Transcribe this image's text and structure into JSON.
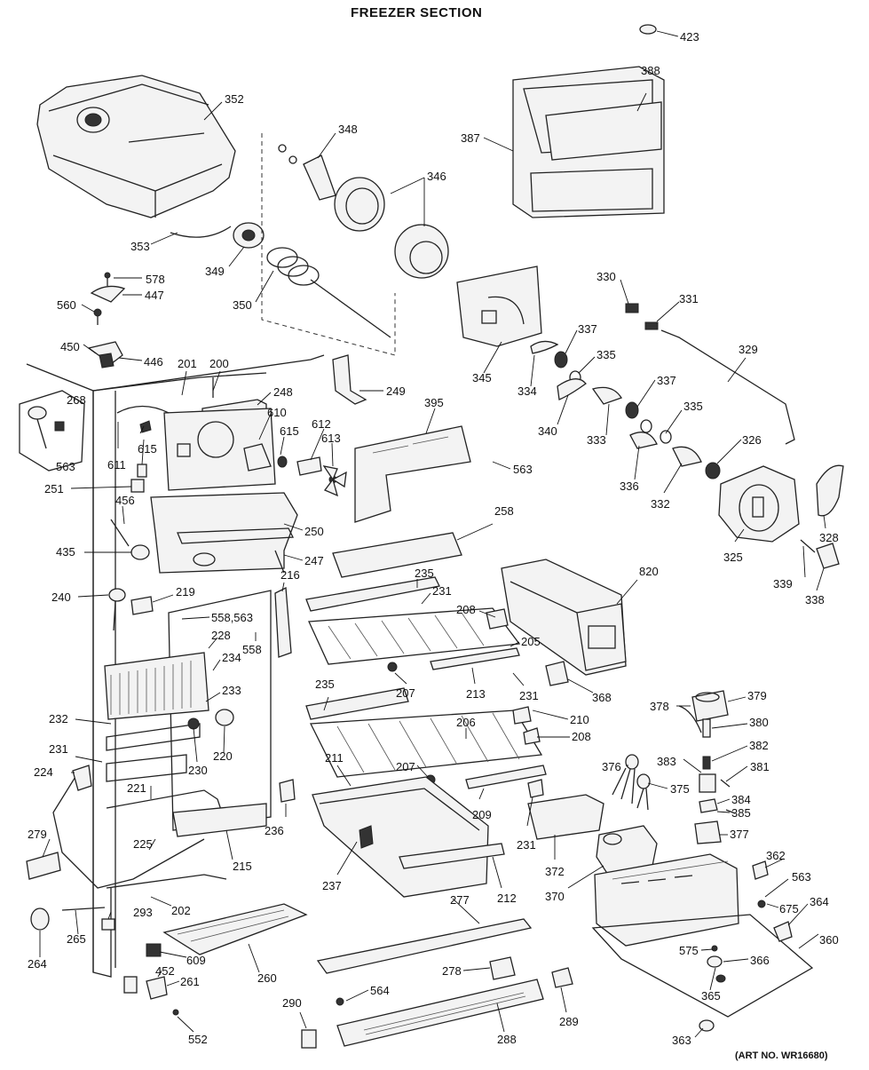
{
  "diagram": {
    "title": "FREEZER SECTION",
    "art_number": "(ART NO. WR16680)",
    "part_labels": [
      {
        "id": "p423",
        "text": "423"
      },
      {
        "id": "p352",
        "text": "352"
      },
      {
        "id": "p388",
        "text": "388"
      },
      {
        "id": "p387",
        "text": "387"
      },
      {
        "id": "p348",
        "text": "348"
      },
      {
        "id": "p346",
        "text": "346"
      },
      {
        "id": "p353",
        "text": "353"
      },
      {
        "id": "p349",
        "text": "349"
      },
      {
        "id": "p350",
        "text": "350"
      },
      {
        "id": "p578",
        "text": "578"
      },
      {
        "id": "p447",
        "text": "447"
      },
      {
        "id": "p560",
        "text": "560"
      },
      {
        "id": "p450",
        "text": "450"
      },
      {
        "id": "p446",
        "text": "446"
      },
      {
        "id": "p330",
        "text": "330"
      },
      {
        "id": "p331",
        "text": "331"
      },
      {
        "id": "p329",
        "text": "329"
      },
      {
        "id": "p337a",
        "text": "337"
      },
      {
        "id": "p335a",
        "text": "335"
      },
      {
        "id": "p345",
        "text": "345"
      },
      {
        "id": "p334",
        "text": "334"
      },
      {
        "id": "p337b",
        "text": "337"
      },
      {
        "id": "p340",
        "text": "340"
      },
      {
        "id": "p333",
        "text": "333"
      },
      {
        "id": "p335b",
        "text": "335"
      },
      {
        "id": "p326",
        "text": "326"
      },
      {
        "id": "p336",
        "text": "336"
      },
      {
        "id": "p332",
        "text": "332"
      },
      {
        "id": "p328",
        "text": "328"
      },
      {
        "id": "p325",
        "text": "325"
      },
      {
        "id": "p339",
        "text": "339"
      },
      {
        "id": "p338",
        "text": "338"
      },
      {
        "id": "p201",
        "text": "201"
      },
      {
        "id": "p200",
        "text": "200"
      },
      {
        "id": "p249",
        "text": "249"
      },
      {
        "id": "p268",
        "text": "268"
      },
      {
        "id": "p248",
        "text": "248"
      },
      {
        "id": "p610",
        "text": "610"
      },
      {
        "id": "p395",
        "text": "395"
      },
      {
        "id": "p612",
        "text": "612"
      },
      {
        "id": "p613",
        "text": "613"
      },
      {
        "id": "p615a",
        "text": "615"
      },
      {
        "id": "p615b",
        "text": "615"
      },
      {
        "id": "p611",
        "text": "611"
      },
      {
        "id": "p563a",
        "text": "563"
      },
      {
        "id": "p563b",
        "text": "563"
      },
      {
        "id": "p251",
        "text": "251"
      },
      {
        "id": "p456",
        "text": "456"
      },
      {
        "id": "p258",
        "text": "258"
      },
      {
        "id": "p250",
        "text": "250"
      },
      {
        "id": "p435",
        "text": "435"
      },
      {
        "id": "p247",
        "text": "247"
      },
      {
        "id": "p820",
        "text": "820"
      },
      {
        "id": "p216",
        "text": "216"
      },
      {
        "id": "p235a",
        "text": "235"
      },
      {
        "id": "p240",
        "text": "240"
      },
      {
        "id": "p219",
        "text": "219"
      },
      {
        "id": "p231a",
        "text": "231"
      },
      {
        "id": "p208a",
        "text": "208"
      },
      {
        "id": "p558563",
        "text": "558,563"
      },
      {
        "id": "p228",
        "text": "228"
      },
      {
        "id": "p558",
        "text": "558"
      },
      {
        "id": "p205",
        "text": "205"
      },
      {
        "id": "p234",
        "text": "234"
      },
      {
        "id": "p207a",
        "text": "207"
      },
      {
        "id": "p213",
        "text": "213"
      },
      {
        "id": "p231b",
        "text": "231"
      },
      {
        "id": "p368",
        "text": "368"
      },
      {
        "id": "p233",
        "text": "233"
      },
      {
        "id": "p235b",
        "text": "235"
      },
      {
        "id": "p378",
        "text": "378"
      },
      {
        "id": "p379",
        "text": "379"
      },
      {
        "id": "p232",
        "text": "232"
      },
      {
        "id": "p210",
        "text": "210"
      },
      {
        "id": "p380",
        "text": "380"
      },
      {
        "id": "p206",
        "text": "206"
      },
      {
        "id": "p208b",
        "text": "208"
      },
      {
        "id": "p382",
        "text": "382"
      },
      {
        "id": "p231c",
        "text": "231"
      },
      {
        "id": "p220",
        "text": "220"
      },
      {
        "id": "p224",
        "text": "224"
      },
      {
        "id": "p230",
        "text": "230"
      },
      {
        "id": "p211",
        "text": "211"
      },
      {
        "id": "p207b",
        "text": "207"
      },
      {
        "id": "p376",
        "text": "376"
      },
      {
        "id": "p383",
        "text": "383"
      },
      {
        "id": "p381",
        "text": "381"
      },
      {
        "id": "p221",
        "text": "221"
      },
      {
        "id": "p375",
        "text": "375"
      },
      {
        "id": "p384",
        "text": "384"
      },
      {
        "id": "p209",
        "text": "209"
      },
      {
        "id": "p385",
        "text": "385"
      },
      {
        "id": "p236",
        "text": "236"
      },
      {
        "id": "p231d",
        "text": "231"
      },
      {
        "id": "p377",
        "text": "377"
      },
      {
        "id": "p279",
        "text": "279"
      },
      {
        "id": "p225",
        "text": "225"
      },
      {
        "id": "p237",
        "text": "237"
      },
      {
        "id": "p372",
        "text": "372"
      },
      {
        "id": "p215",
        "text": "215"
      },
      {
        "id": "p362",
        "text": "362"
      },
      {
        "id": "p212",
        "text": "212"
      },
      {
        "id": "p370",
        "text": "370"
      },
      {
        "id": "p563c",
        "text": "563"
      },
      {
        "id": "p277",
        "text": "277"
      },
      {
        "id": "p202",
        "text": "202"
      },
      {
        "id": "p675",
        "text": "675"
      },
      {
        "id": "p364",
        "text": "364"
      },
      {
        "id": "p293",
        "text": "293"
      },
      {
        "id": "p265",
        "text": "265"
      },
      {
        "id": "p360",
        "text": "360"
      },
      {
        "id": "p264",
        "text": "264"
      },
      {
        "id": "p609",
        "text": "609"
      },
      {
        "id": "p260",
        "text": "260"
      },
      {
        "id": "p575",
        "text": "575"
      },
      {
        "id": "p366",
        "text": "366"
      },
      {
        "id": "p452",
        "text": "452"
      },
      {
        "id": "p261",
        "text": "261"
      },
      {
        "id": "p278",
        "text": "278"
      },
      {
        "id": "p564",
        "text": "564"
      },
      {
        "id": "p365",
        "text": "365"
      },
      {
        "id": "p290",
        "text": "290"
      },
      {
        "id": "p289",
        "text": "289"
      },
      {
        "id": "p552",
        "text": "552"
      },
      {
        "id": "p288",
        "text": "288"
      },
      {
        "id": "p363",
        "text": "363"
      }
    ]
  }
}
